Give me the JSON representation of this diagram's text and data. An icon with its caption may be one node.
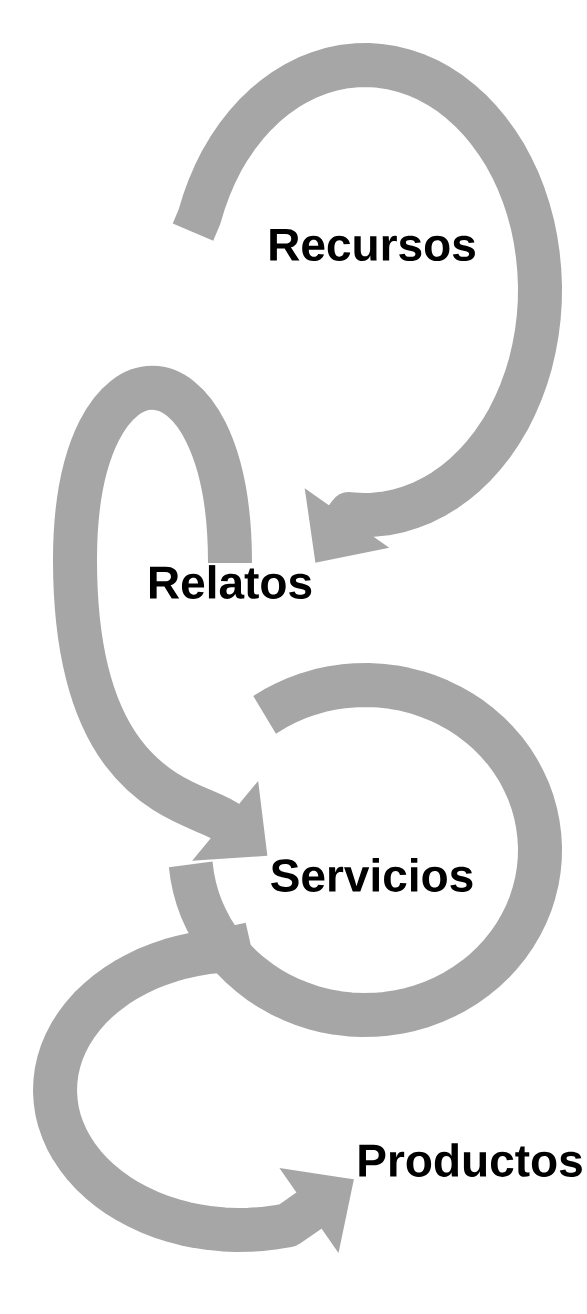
{
  "diagram": {
    "nodes": [
      {
        "text": [
          "Recursos"
        ]
      },
      {
        "text": [
          "Relatos"
        ]
      },
      {
        "text": [
          "Servicios"
        ]
      },
      {
        "text": [
          "Productos"
        ]
      }
    ],
    "edges": [
      {
        "from": 0,
        "to": 1,
        "arrow": "to"
      },
      {
        "from": 1,
        "to": 2,
        "arrow": "to"
      },
      {
        "from": 2,
        "to": 3,
        "arrow": "to"
      }
    ]
  }
}
